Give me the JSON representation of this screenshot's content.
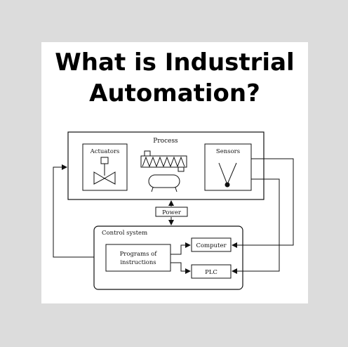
{
  "title": {
    "line1": "What is Industrial",
    "line2": "Automation?"
  },
  "diagram": {
    "process": {
      "label": "Process"
    },
    "actuators": {
      "label": "Actuators"
    },
    "sensors": {
      "label": "Sensors"
    },
    "power": {
      "label": "Power"
    },
    "control_system": {
      "label": "Control system"
    },
    "programs": {
      "line1": "Programs of",
      "line2": "instructions"
    },
    "computer": {
      "label": "Computer"
    },
    "plc": {
      "label": "PLC"
    }
  },
  "colors": {
    "background": "#dcdcdc",
    "card": "#ffffff",
    "ink": "#111111"
  }
}
